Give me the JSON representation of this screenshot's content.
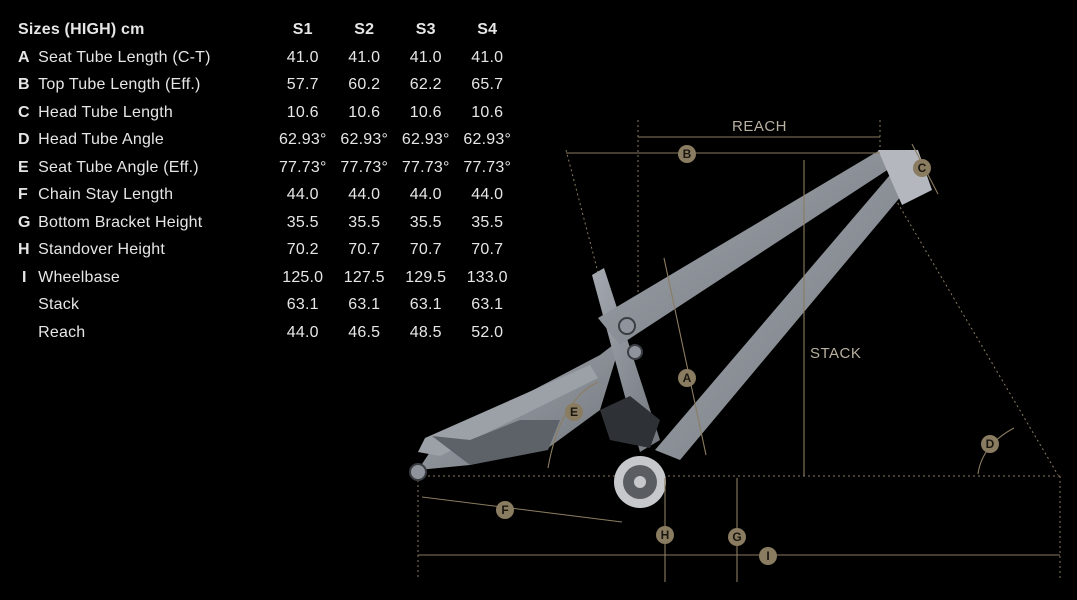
{
  "table": {
    "title": "Sizes (HIGH) cm",
    "sizes": [
      "S1",
      "S2",
      "S3",
      "S4"
    ],
    "rows": [
      {
        "letter": "A",
        "label": "Seat Tube Length (C-T)",
        "values": [
          "41.0",
          "41.0",
          "41.0",
          "41.0"
        ]
      },
      {
        "letter": "B",
        "label": "Top Tube Length (Eff.)",
        "values": [
          "57.7",
          "60.2",
          "62.2",
          "65.7"
        ]
      },
      {
        "letter": "C",
        "label": "Head Tube Length",
        "values": [
          "10.6",
          "10.6",
          "10.6",
          "10.6"
        ]
      },
      {
        "letter": "D",
        "label": "Head Tube Angle",
        "values": [
          "62.93°",
          "62.93°",
          "62.93°",
          "62.93°"
        ]
      },
      {
        "letter": "E",
        "label": "Seat Tube Angle (Eff.)",
        "values": [
          "77.73°",
          "77.73°",
          "77.73°",
          "77.73°"
        ]
      },
      {
        "letter": "F",
        "label": "Chain Stay Length",
        "values": [
          "44.0",
          "44.0",
          "44.0",
          "44.0"
        ]
      },
      {
        "letter": "G",
        "label": "Bottom Bracket Height",
        "values": [
          "35.5",
          "35.5",
          "35.5",
          "35.5"
        ]
      },
      {
        "letter": "H",
        "label": "Standover Height",
        "values": [
          "70.2",
          "70.7",
          "70.7",
          "70.7"
        ]
      },
      {
        "letter": "I",
        "label": "Wheelbase",
        "values": [
          "125.0",
          "127.5",
          "129.5",
          "133.0"
        ]
      },
      {
        "letter": "",
        "label": "Stack",
        "values": [
          "63.1",
          "63.1",
          "63.1",
          "63.1"
        ]
      },
      {
        "letter": "",
        "label": "Reach",
        "values": [
          "44.0",
          "46.5",
          "48.5",
          "52.0"
        ]
      }
    ]
  },
  "diagram": {
    "reach_label": "REACH",
    "stack_label": "STACK",
    "badges": {
      "a": "A",
      "b": "B",
      "c": "C",
      "d": "D",
      "e": "E",
      "f": "F",
      "g": "G",
      "h": "H",
      "i": "I"
    }
  },
  "colors": {
    "background": "#000000",
    "text": "#e6e6e6",
    "dimension_gold": "#8a7c60",
    "frame_grey": "#8f949c"
  }
}
